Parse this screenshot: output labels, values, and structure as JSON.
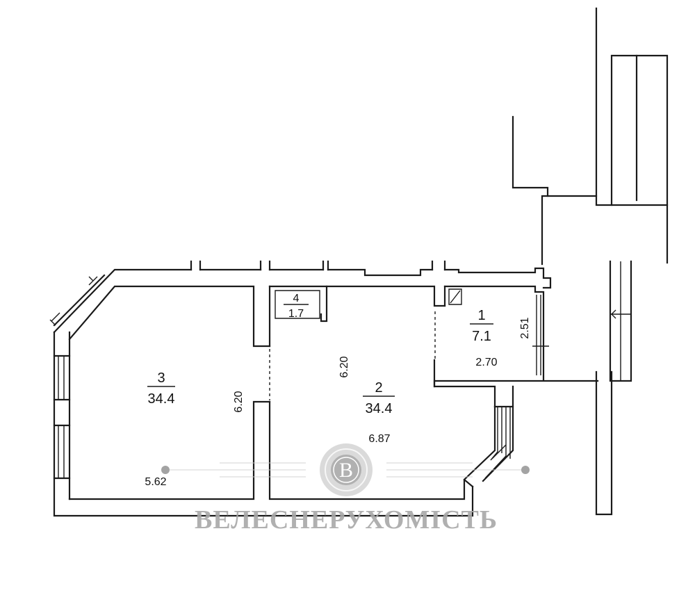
{
  "rooms": [
    {
      "number": "1",
      "area": "7.1"
    },
    {
      "number": "2",
      "area": "34.4"
    },
    {
      "number": "3",
      "area": "34.4"
    },
    {
      "number": "4",
      "area": "1.7"
    }
  ],
  "dimensions": {
    "room1_height": "2.51",
    "room1_width": "2.70",
    "room2_height": "6.20",
    "room2_width": "6.87",
    "room3_height": "6.20",
    "room3_width": "5.62"
  },
  "watermark": {
    "text": "ВЕЛЕСНЕРУХОМІСТЬ",
    "logo_letter": "B"
  },
  "colors": {
    "wall": "#1a1a1a",
    "watermark": "#a8a8a8"
  }
}
